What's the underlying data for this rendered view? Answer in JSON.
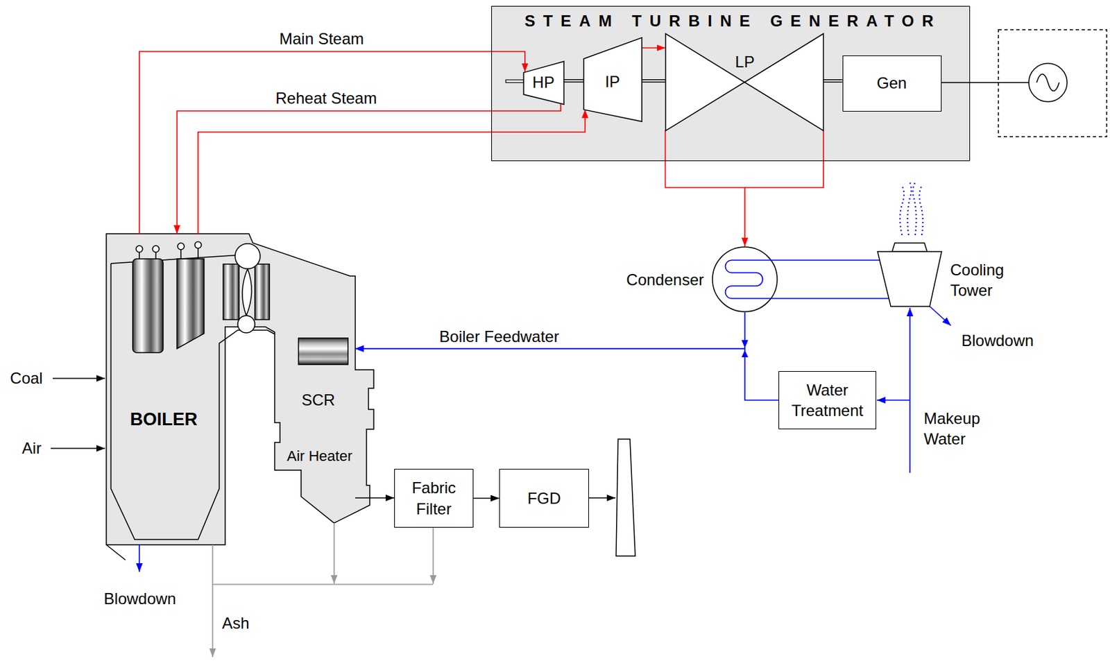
{
  "diagram": {
    "nodes": [
      {
        "text": [
          "STEAM TURBINE GENERATOR"
        ]
      },
      {
        "text": [
          "HP"
        ],
        "in": 0
      },
      {
        "text": [
          "IP"
        ],
        "in": 0
      },
      {
        "text": [
          "LP"
        ],
        "in": 0
      },
      {
        "text": [
          "Gen"
        ],
        "in": 0
      },
      {
        "text": [
          "BOILER"
        ]
      },
      {
        "text": [
          "SCR",
          "Air Heater"
        ]
      },
      {
        "text": [
          "Fabric Filter"
        ]
      },
      {
        "text": [
          "FGD"
        ]
      },
      {
        "text": [
          "Condenser"
        ]
      },
      {
        "text": [
          "Cooling Tower"
        ]
      },
      {
        "text": [
          "Water Treatment"
        ]
      }
    ],
    "edges": [
      {
        "from": 5,
        "to": 1,
        "arrow": "to",
        "label": "Main Steam"
      },
      {
        "from": 1,
        "to": 5,
        "arrow": "to",
        "label": "Reheat Steam"
      },
      {
        "from": 5,
        "to": 2,
        "arrow": "to"
      },
      {
        "from": 1,
        "to": 2,
        "arrow": "none"
      },
      {
        "from": 2,
        "to": 3,
        "arrow": "to"
      },
      {
        "from": 2,
        "to": 3,
        "arrow": "none"
      },
      {
        "from": 3,
        "to": 4,
        "arrow": "none"
      },
      {
        "from": 3,
        "to": 9,
        "arrow": "to"
      },
      {
        "from": 9,
        "to": 10,
        "arrow": "none"
      },
      {
        "from": 9,
        "to": 10,
        "arrow": "none"
      },
      {
        "from": 9,
        "to": 6,
        "arrow": "to",
        "label": "Boiler Feedwater"
      },
      {
        "from": 11,
        "to": 6,
        "arrow": "to"
      },
      {
        "from": 6,
        "to": 7,
        "arrow": "to"
      },
      {
        "from": 7,
        "to": 8,
        "arrow": "to"
      }
    ],
    "labels": [
      "Coal",
      "Air",
      "Blowdown",
      "Ash",
      "Blowdown",
      "Makeup Water"
    ]
  }
}
